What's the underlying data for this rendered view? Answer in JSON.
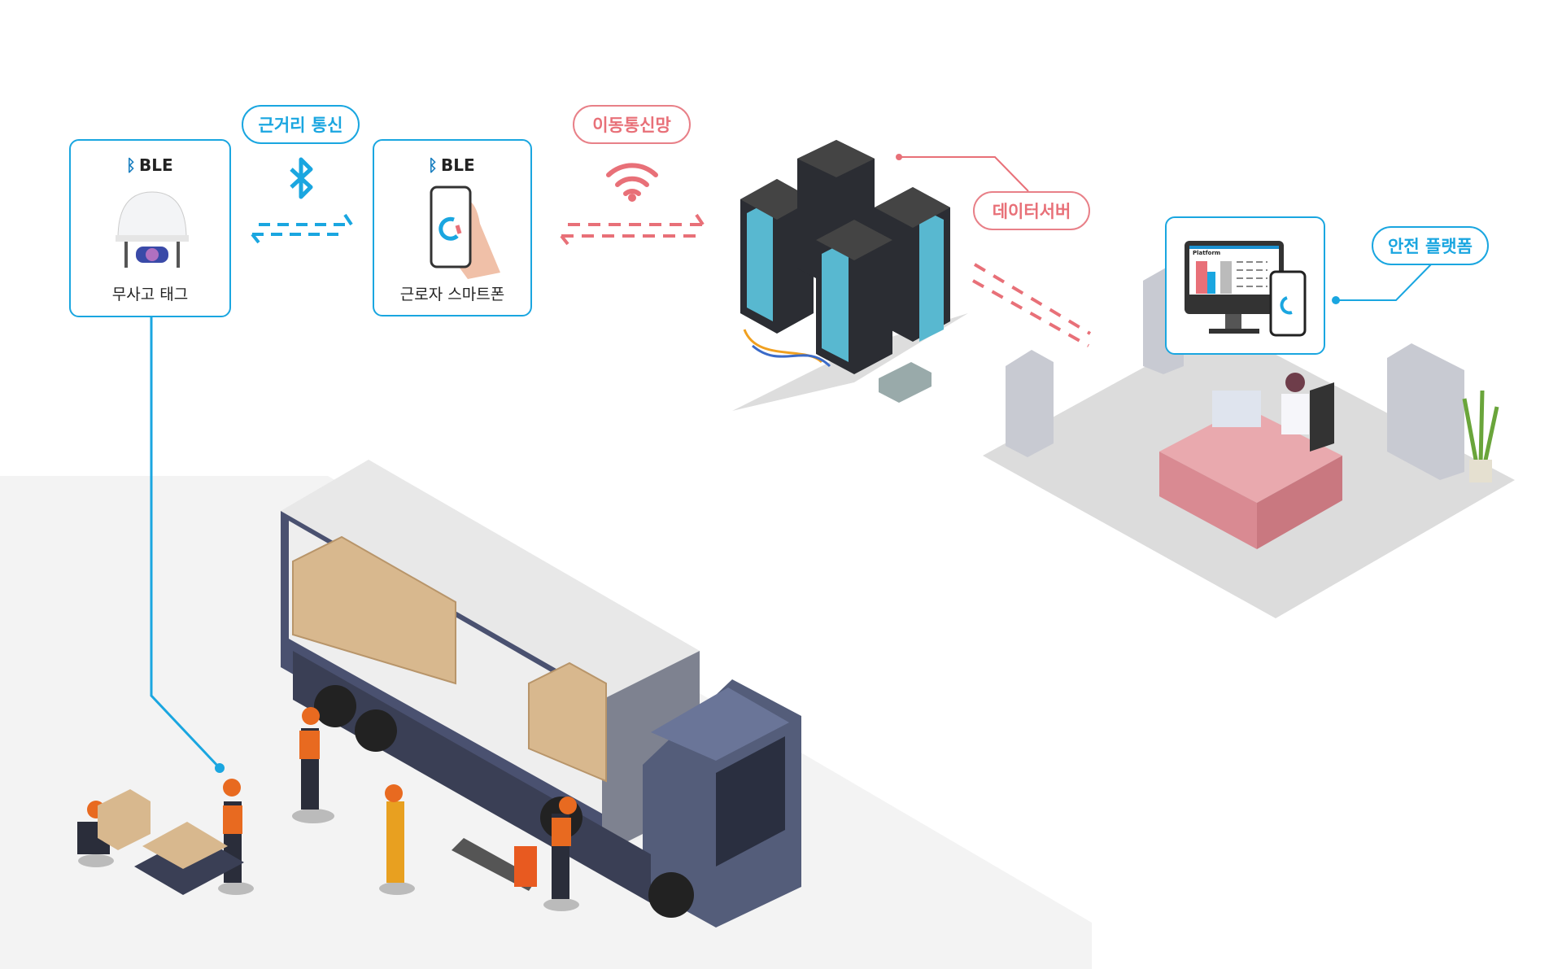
{
  "nodes": {
    "tag": {
      "protocol": "BLE",
      "label": "무사고 태그"
    },
    "phone": {
      "protocol": "BLE",
      "label": "근로자 스마트폰"
    },
    "platform": {
      "screen_title": "Platform"
    }
  },
  "links": {
    "short_range": "근거리 통신",
    "mobile_network": "이동통신망",
    "data_server": "데이터서버",
    "safety_platform": "안전 플랫폼"
  },
  "colors": {
    "blue": "#1aa6e0",
    "red": "#e87078",
    "ground": "#f2f2f2"
  },
  "icons": [
    "bluetooth-icon",
    "wifi-icon",
    "helmet-icon",
    "smartphone-icon",
    "monitor-icon",
    "server-icon"
  ]
}
